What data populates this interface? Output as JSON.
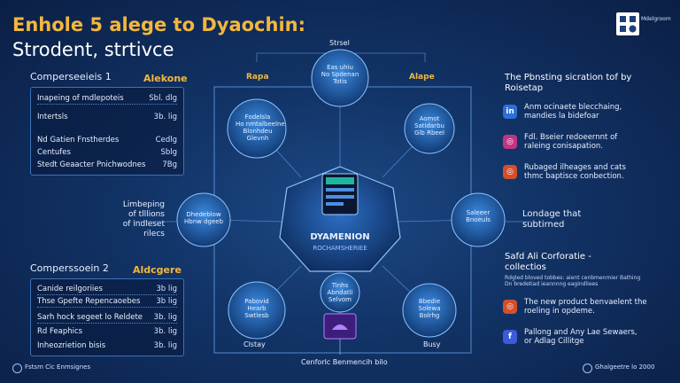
{
  "header": {
    "title_line1": "Enhole 5 alege to Dyaochin:",
    "title_line2": "Strodent, strtivce",
    "logo_text": "Mdelgroom"
  },
  "left": {
    "panel1": {
      "heading": "Comperseeieis 1",
      "tag": "Alekone",
      "rows": [
        {
          "label": "Inapeing of mdlepoteis",
          "value": "Sbl. dlg"
        },
        {
          "label": "Intertsls",
          "value": "3b. lig"
        },
        {
          "label": "Nd Gatien Fnstherdes",
          "value": "Cedlg"
        },
        {
          "label": "Centufes",
          "value": "Sblg"
        },
        {
          "label": "Stedt Geaacter Pnichwodnes",
          "value": "7Bg"
        }
      ]
    },
    "middle_note": "Limbeping\nof tlllions\nof indleset\nrilecs",
    "panel2": {
      "heading": "Comperssoein 2",
      "tag": "Aldcgere",
      "rows": [
        {
          "label": "Canide reilgoriies",
          "value": "3b lig"
        },
        {
          "label": "Thse Gpefte Repencaoebes",
          "value": "3b lig"
        },
        {
          "label": "Sarh hock segeet lo Reldete",
          "value": "3b. lig"
        },
        {
          "label": "Rd Feaphics",
          "value": "3b. lig"
        },
        {
          "label": "Inheozrietion bisis",
          "value": "3b. lig"
        }
      ]
    },
    "footer": "Fstsm Cic Enmsignes"
  },
  "diagram": {
    "top_label": "Strsel",
    "tag_left": "Rapa",
    "tag_right": "Alape",
    "center_title": "DYAMENION",
    "center_sub": "ROCHAMSHERIEE",
    "bottom_label": "Cenforlc Benmencih bilo",
    "bottom_left": "Clstay",
    "bottom_right": "Busy",
    "node_labels": [
      "Eas uhiu\nNo Spdenan\nTotis",
      "Fodelsla\nHo nmtalbeelne\nBlonhdeu\nGlevnh",
      "Aomot\nSatidarbu\nGlb Rbeel",
      "Dhedeblow\nHbnw dgeeb",
      "Saleeer\nBnoeuls",
      "Pabovid\nHearb\nSwtlesb",
      "Bbedie\nSolewa\nBolrhg",
      "Tinhs\nAbndatli\nSelvom"
    ],
    "colors": {
      "accent": "#f3b73c",
      "node": "#2b74c9",
      "line": "#6fb2ff",
      "center_screen": "#1fb6a0",
      "purple": "#7b3bd1"
    }
  },
  "right": {
    "heading1": "The Pbnsting sicration tof by\nRoisetap",
    "items1": [
      {
        "icon": "linkedin-icon",
        "color": "#2e6fd8",
        "text": "Anm ocinaete blecchaing,\nmandies la bidefoar"
      },
      {
        "icon": "instagram-icon",
        "color": "#c13584",
        "text": "Fdl. Bseier redoeernnt of\nraleing conisapation."
      },
      {
        "icon": "instagram-icon",
        "color": "#d14f2a",
        "text": "Rubaged ilheages and cats\nthmc baptisce conbection."
      }
    ],
    "side_note": "Londage that\nsubtirned",
    "heading2": "Safd Ali Corforatie -\ncollectios",
    "sub2": "Rdgled bloved tobbes: aient cenbmenmier Bathing\nDn bredetiad ieannnng eagindliees",
    "items2": [
      {
        "icon": "instagram-icon",
        "color": "#d14f2a",
        "text": "The new product benvaelent the\nroeling in opdeme."
      },
      {
        "icon": "facebook-icon",
        "color": "#3b5bdb",
        "text": "Pallong and Any Lae Sewaers,\nor Adlag Cillitge"
      }
    ],
    "footer": "Ghalgeetre lo 2000"
  }
}
